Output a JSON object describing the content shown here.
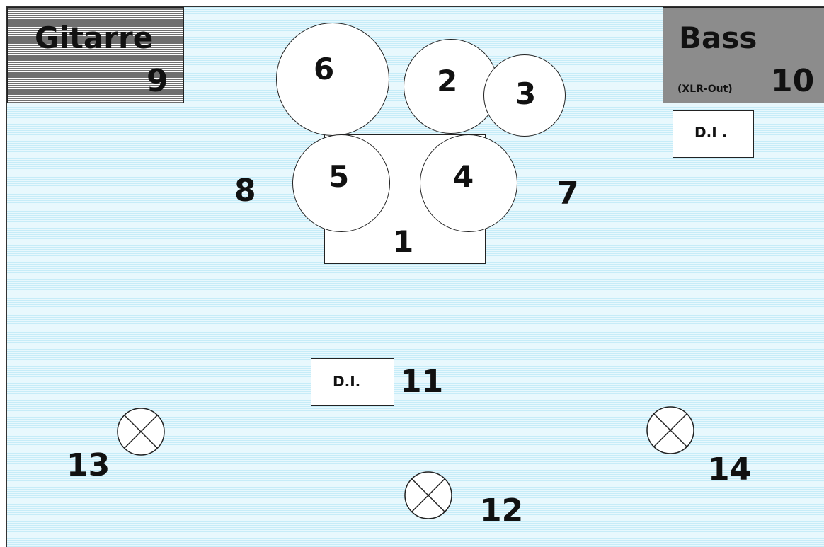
{
  "amps": {
    "gitarre": {
      "name": "Gitarre",
      "number": "9"
    },
    "bass": {
      "name": "Bass",
      "sub": "(XLR-Out)",
      "number": "10"
    }
  },
  "di_boxes": {
    "top": "D.I .",
    "middle": "D.I."
  },
  "drums": {
    "kick": "1",
    "tom_2": "2",
    "tom_3": "3",
    "tom_4": "4",
    "tom_5": "5",
    "tom_6": "6"
  },
  "side_labels": {
    "left": "8",
    "right": "7"
  },
  "channel_11": "11",
  "monitors": [
    {
      "number": "13"
    },
    {
      "number": "12"
    },
    {
      "number": "14"
    }
  ]
}
